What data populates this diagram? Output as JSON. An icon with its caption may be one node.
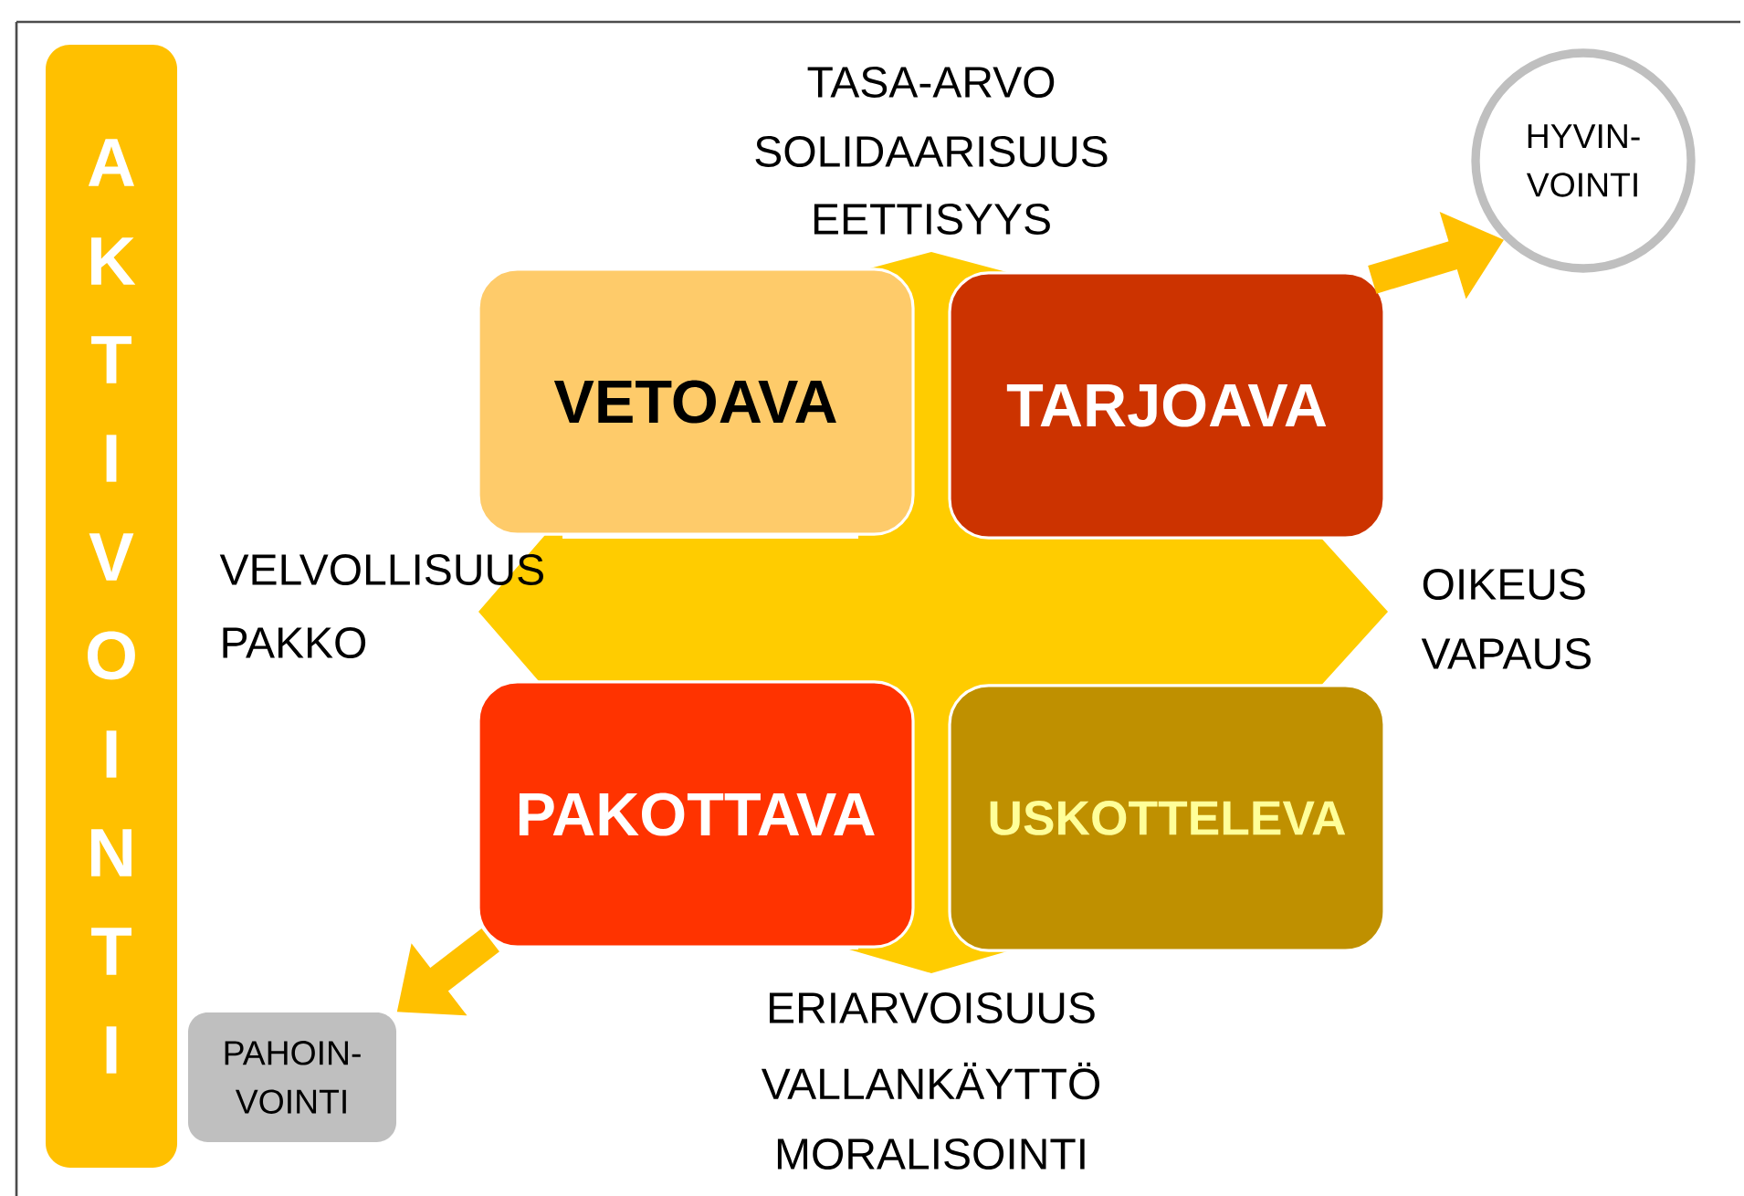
{
  "diagram": {
    "nodes": [
      {
        "text": [
          "AKTIVOINTI"
        ]
      },
      {
        "text": [
          "VETOAVA"
        ]
      },
      {
        "text": [
          "TARJOAVA"
        ]
      },
      {
        "text": [
          "PAKOTTAVA"
        ]
      },
      {
        "text": [
          "USKOTTELEVA"
        ]
      },
      {
        "text": [
          "HYVIN- VOINTI"
        ]
      },
      {
        "text": [
          "PAHOIN- VOINTI"
        ]
      }
    ],
    "edges": [
      {
        "from": 2,
        "to": 5,
        "arrow": "to"
      },
      {
        "from": 3,
        "to": 6,
        "arrow": "to"
      }
    ],
    "labels": [
      "TASA-ARVO",
      "SOLIDAARISUUS",
      "EETTISYYS",
      "VELVOLLISUUS",
      "PAKKO",
      "OIKEUS",
      "VAPAUS",
      "ERIARVOISUUS",
      "VALLANKÄYTTÖ",
      "MORALISOINTI"
    ]
  }
}
